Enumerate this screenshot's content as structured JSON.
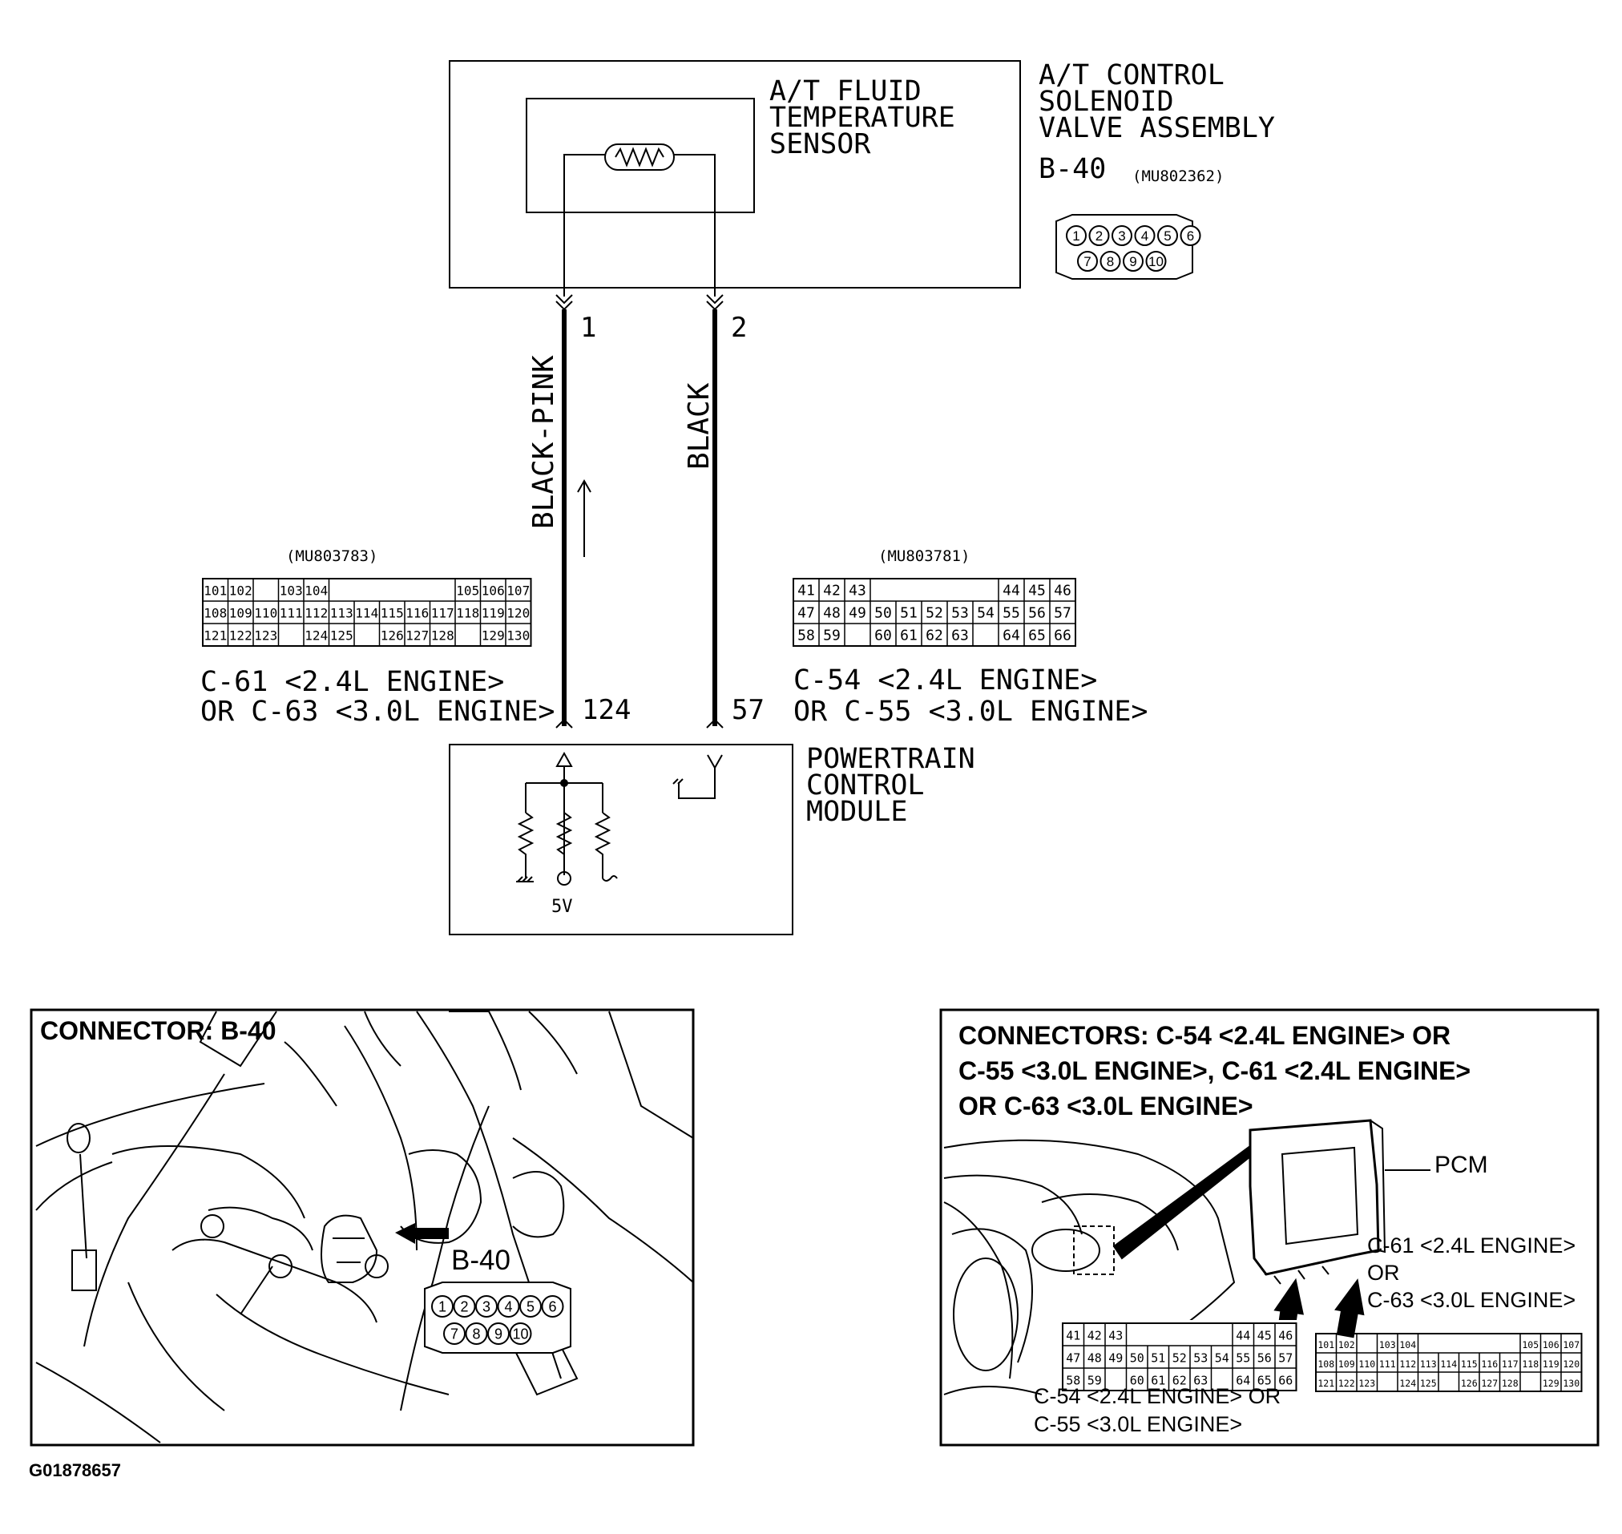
{
  "sensor": {
    "label_lines": [
      "A/T FLUID",
      "TEMPERATURE",
      "SENSOR"
    ]
  },
  "assembly": {
    "label_lines": [
      "A/T CONTROL",
      "SOLENOID",
      "VALVE ASSEMBLY"
    ],
    "connector_id": "B-40",
    "part_number": "(MU802362)",
    "pins_top": [
      "1",
      "2",
      "3",
      "4",
      "5",
      "6"
    ],
    "pins_bottom": [
      "7",
      "8",
      "9",
      "10"
    ]
  },
  "wires": {
    "left": {
      "color": "BLACK-PINK",
      "sensor_pin": "1",
      "pcm_pin": "124"
    },
    "right": {
      "color": "BLACK",
      "sensor_pin": "2",
      "pcm_pin": "57"
    }
  },
  "connector_c61": {
    "part_number": "(MU803783)",
    "label_line1": "C-61 <2.4L ENGINE>",
    "label_line2": "OR C-63 <3.0L ENGINE>",
    "rows": [
      [
        "101",
        "102",
        "",
        "103",
        "104",
        "",
        "",
        "",
        "",
        "",
        "105",
        "106",
        "107"
      ],
      [
        "108",
        "109",
        "110",
        "111",
        "112",
        "113",
        "114",
        "115",
        "116",
        "117",
        "118",
        "119",
        "120"
      ],
      [
        "121",
        "122",
        "123",
        "",
        "124",
        "125",
        "",
        "126",
        "127",
        "128",
        "",
        "129",
        "130"
      ]
    ]
  },
  "connector_c54": {
    "part_number": "(MU803781)",
    "label_line1": "C-54 <2.4L ENGINE>",
    "label_line2": "OR C-55 <3.0L ENGINE>",
    "rows": [
      [
        "41",
        "42",
        "43",
        "",
        "",
        "",
        "",
        "",
        "44",
        "45",
        "46"
      ],
      [
        "47",
        "48",
        "49",
        "50",
        "51",
        "52",
        "53",
        "54",
        "55",
        "56",
        "57"
      ],
      [
        "58",
        "59",
        "",
        "60",
        "61",
        "62",
        "63",
        "",
        "64",
        "65",
        "66"
      ]
    ]
  },
  "pcm": {
    "label_lines": [
      "POWERTRAIN",
      "CONTROL",
      "MODULE"
    ],
    "voltage": "5V"
  },
  "panel_b40": {
    "title": "CONNECTOR: B-40",
    "callout": "B-40",
    "pins_top": [
      "1",
      "2",
      "3",
      "4",
      "5",
      "6"
    ],
    "pins_bottom": [
      "7",
      "8",
      "9",
      "10"
    ]
  },
  "panel_pcm": {
    "title_lines": [
      "CONNECTORS: C-54 <2.4L ENGINE> OR",
      "C-55 <3.0L ENGINE>, C-61 <2.4L ENGINE>",
      "OR C-63 <3.0L ENGINE>"
    ],
    "pcm_label": "PCM",
    "c61_label_lines": [
      "C-61 <2.4L ENGINE>",
      "OR",
      "C-63 <3.0L ENGINE>"
    ],
    "c54_label_lines": [
      "C-54 <2.4L ENGINE> OR",
      "C-55 <3.0L ENGINE>"
    ]
  },
  "figure_id": "G01878657"
}
